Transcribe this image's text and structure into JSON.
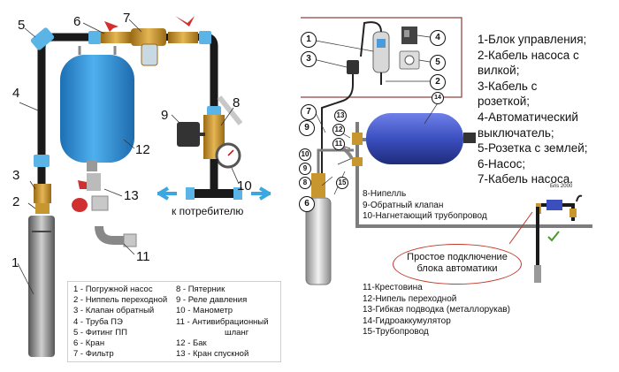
{
  "left_diagram": {
    "numbers": [
      "1",
      "2",
      "3",
      "4",
      "5",
      "6",
      "7",
      "8",
      "9",
      "10",
      "11",
      "12",
      "13"
    ],
    "flow_label": "к потребителю",
    "legend_col1": [
      "1 - Погружной насос",
      "2 - Ниппель переходной",
      "3 - Клапан обратный",
      "4 - Труба ПЭ",
      "5 - Фитинг ПП",
      "6 - Кран",
      "7 - Фильтр"
    ],
    "legend_col2": [
      "8 - Пятерник",
      "9 - Реле давления",
      "10 - Манометр",
      "11 - Антивибрационный",
      "шланг",
      "12 - Бак",
      "13 - Кран спускной"
    ]
  },
  "right_diagram": {
    "badges": [
      "1",
      "3",
      "4",
      "5",
      "2",
      "14",
      "7",
      "9",
      "13",
      "12",
      "11",
      "10",
      "9",
      "8",
      "15",
      "6"
    ],
    "legend": [
      "1-Блок управления;",
      "2-Кабель насоса с",
      "вилкой;",
      "3-Кабель с",
      "розеткой;",
      "4-Автоматический",
      "выключатель;",
      "5-Розетка с землей;",
      "6-Насос;",
      "7-Кабель насоса."
    ],
    "mid_list": [
      "8-Нипелль",
      "9-Обратный клапан",
      "10-Нагнетающий трубопровод"
    ],
    "bottom_list": [
      "11-Крестовина",
      "12-Нипель переходной",
      "13-Гибкая подводка (металлорукав)",
      "14-Гидроаккумулятор",
      "15-Трубопровод"
    ],
    "callout": [
      "Простое подключение",
      "блока автоматики"
    ],
    "device_tag": "Бris 2000"
  },
  "colors": {
    "pipe_black": "#1a1a1a",
    "fitting_blue": "#5ab4e6",
    "brass": "#c8962e",
    "tank_blue": "#2d8fd6",
    "valve_red": "#d03030",
    "right_tank": "#3b4fbf",
    "frame": "#8b3a3a",
    "arrow_blue": "#3aa7e0"
  }
}
